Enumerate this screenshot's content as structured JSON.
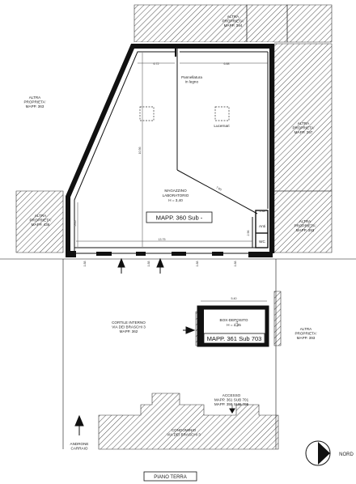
{
  "labels": {
    "altra_top": [
      "ALTRA",
      "PROPRIETA'",
      "MAPP. 394"
    ],
    "altra_left_top": [
      "ALTRA",
      "PROPRIETA'",
      "MAPP. 363"
    ],
    "altra_right_397": [
      "ALTRA",
      "PROPRIETA'",
      "MAPP. 397"
    ],
    "altra_left_436": [
      "ALTRA",
      "PROPRIETA'",
      "MAPP. 436"
    ],
    "altra_right_393a": [
      "ALTRA",
      "PROPRIETA'",
      "MAPP. 393"
    ],
    "altra_right_393b": [
      "ALTRA",
      "PROPRIETA'",
      "MAPP. 393"
    ],
    "pannellatura": [
      "Pannellatura",
      "in legno"
    ],
    "lucernari": "Lucernari",
    "magazzino": [
      "MAGAZZINO",
      "LABORATORIO",
      "H = 3,40"
    ],
    "mapp360": "MAPP. 360 Sub -",
    "anti": "Anti",
    "wc": "WC",
    "box": [
      "BOX-DEPOSITO",
      "H = 2,35"
    ],
    "mapp361": "MAPP. 361 Sub 703",
    "cortile": [
      "CORTILE INTERNO",
      "VIA DEI BRASCHI 3",
      "MAPP. 362"
    ],
    "accesso": [
      "ACCESSO",
      "MAPP. 361 SUB 701",
      "MAPP. 359 SUB 705"
    ],
    "condominio": [
      "CONDOMINIO",
      "VIA DEI BRASCHI 3"
    ],
    "androne": [
      "ANDRONE",
      "CARRAIO"
    ],
    "nord": "NORD",
    "piano": "PIANO TERRA"
  },
  "dimensions": {
    "top_left": "6.72",
    "top_right": "6.88",
    "vertical_center": "10.56",
    "vertical_left": "5.05",
    "bottom_width": "13.75",
    "diagonal": "7.65",
    "box_width": "5.40",
    "box_height": "2.31",
    "wc_top": "1.38",
    "wc_side": "2.96",
    "sill_1": "1.88",
    "sill_2": "1.88",
    "sill_3": "1.88",
    "sill_4": "1.88"
  },
  "colors": {
    "line": "#111111",
    "hatch": "#222222",
    "paper": "#ffffff"
  }
}
